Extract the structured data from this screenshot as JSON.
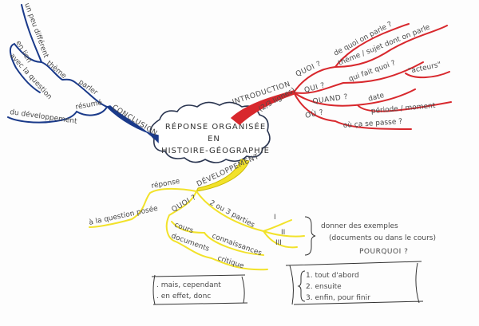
{
  "center": {
    "line1": "RÉPONSE ORGANISÉE",
    "line2": "EN",
    "line3": "HISTOIRE-GÉOGRAPHIE"
  },
  "colors": {
    "conclusion": "#1a3a8a",
    "introduction": "#d8282d",
    "developpement": "#f2e22a",
    "ink": "#333333"
  },
  "conclusion": {
    "label": "CONCLUSION",
    "parler": "parler",
    "theme": "thème",
    "different": "un peu différent",
    "en_lien": "en lien",
    "avec_question": "avec la question",
    "resume": "résumé",
    "du_developpement": "du développement"
  },
  "introduction": {
    "label": "INTRODUCTION",
    "length": "(2/3 lignes)",
    "quoi": "QUOI ?",
    "de_quoi": "de quoi on parle ?",
    "theme_sujet": "thème / sujet dont on parle",
    "qui": "QUI ?",
    "qui_fait_quoi": "qui fait quoi ?",
    "acteurs": "\"acteurs\"",
    "quand": "QUAND ?",
    "date": "date",
    "periode": "période / moment",
    "ou": "OÙ ?",
    "ou_ca": "où ça se passe ?"
  },
  "developpement": {
    "label": "DÉVELOPPEMENT",
    "reponse": "réponse",
    "question_posee": "à la question posée",
    "quoi": "QUOI ?",
    "cours": "cours",
    "connaissances": "connaissances",
    "documents": "documents",
    "critique": "critique",
    "parties": "2 ou 3 parties",
    "part1": "I",
    "part2": "II",
    "part3": "III"
  },
  "notes": {
    "exemples": "donner des exemples",
    "exemples_detail": "(documents ou dans le cours)",
    "pourquoi": "POURQUOI ?",
    "connecteurs1": ". mais, cependant",
    "connecteurs2": ". en effet, donc",
    "ordre1": "1. tout d'abord",
    "ordre2": "2. ensuite",
    "ordre3": "3. enfin, pour finir"
  }
}
